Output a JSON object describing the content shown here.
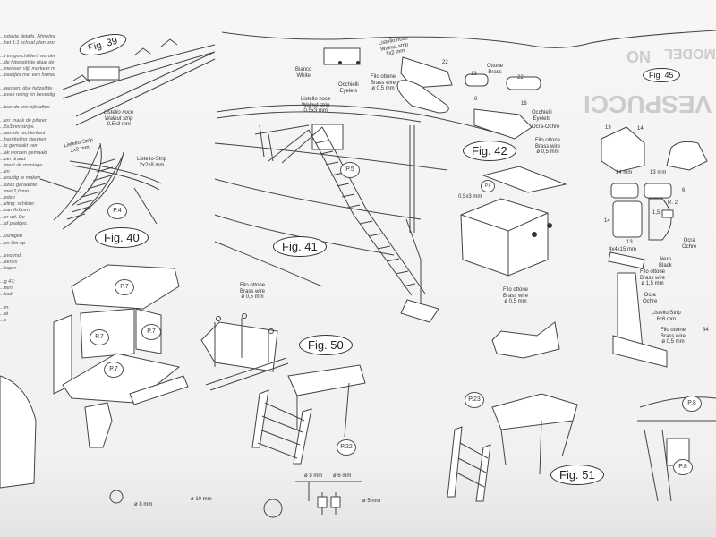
{
  "left_text": [
    "...ndakte details. Afmetingen",
    "...het 1:1 schaal plan worden",
    "",
    "...t en geschilderd worden",
    "...de fotogeëtste plaat de",
    "...met een vijl, markeer met",
    "...paaltjes met een hamer",
    "",
    "...werken: doe hetzelfde",
    "...even reling en bevestig",
    "",
    "...teer de vier zijkraften",
    "",
    "...en: maak de pilaren",
    "...5x3mm strips.",
    "...aan de rechterkant",
    "...handreling steunen",
    "...is gemaakt van",
    "...ak worden gemaakt",
    "...per draad.",
    "...ment de montage",
    "...en",
    "...eoudig te maken",
    "...azen geraamte",
    "...met 2,6mm",
    "...eden",
    "...eling: schilder",
    "...van 6x6mm",
    "...er wit. De",
    "...af paaltjes.",
    "",
    "...uizingen",
    "...en lijm op",
    "",
    "...evormd",
    "...een is",
    "...koper",
    "",
    "...g 47;",
    "...ften",
    "...kad",
    "",
    "...m:",
    "...at",
    "...s"
  ],
  "figures": {
    "fig39": "Fig. 39",
    "fig40": "Fig. 40",
    "fig41": "Fig. 41",
    "fig42": "Fig. 42",
    "fig45": "Fig. 45",
    "fig50": "Fig. 50",
    "fig51": "Fig. 51"
  },
  "parts": {
    "p4": "P.4",
    "p5": "P.5",
    "p6": "P.6",
    "p7a": "P.7",
    "p7b": "P.7",
    "p7c": "P.7",
    "p7d": "P.7",
    "p8a": "P.8",
    "p8b": "P.8",
    "p22": "P.22",
    "p23": "P.23"
  },
  "labels": {
    "walnut_strip_39": "Listello noce\nWalnut strip\n0,5x3 mm",
    "strip_40a": "Listello-Strip\n2x2 mm",
    "strip_40b": "Listello-Strip\n2x2x8 mm",
    "bianco": "Bianco\nWhite",
    "eyelets_a": "Occhielli\nEyelets",
    "walnut_strip_42": "Listello noce\nWalnut strip\n0,5x3 mm",
    "brass_wire_42a": "Filo ottone\nBrass wire\nø 0,5 mm",
    "strip_top": "Listello noce\nWalnut strip\n1x2 mm",
    "dim_22a": "22",
    "dim_13": "13",
    "dim_22b": "22",
    "dim_8": "8",
    "dim_16": "16",
    "brass": "Ottone\nBrass",
    "eyelets_b": "Occhielli\nEyelets",
    "ocra_ochre_42": "Ocra-Ochre",
    "brass_wire_42b": "Filo ottone\nBrass wire\nø 0,5 mm",
    "strip_0_5x3": "0,5x3 mm",
    "brass_wire_50": "Filo ottone\nBrass wire\nø 0,5 mm",
    "brass_wire_51": "Filo ottone\nBrass wire\nø 0,5 mm",
    "dia_8": "ø 8 mm",
    "dia_6": "ø 6 mm",
    "dia_5": "ø 5 mm",
    "dia_10": "ø 10 mm",
    "dia_8b": "ø 8 mm",
    "dim_13_45": "13",
    "dim_14_45": "14",
    "dim_14mm": "14 mm",
    "dim_13mm": "13 mm",
    "dim_6": "6",
    "dim_14v": "14",
    "dim_13h": "13",
    "r2": "R. 2",
    "dim_15": "1,5",
    "ocra_ochre_a": "Ocra\nOchre",
    "block": "4x4x15 mm",
    "nero": "Nero\nBlack",
    "brass_wire_15": "Filo ottone\nBrass wire\nø 1,5 mm",
    "ocra_ochre_b": "Ocra\nOchre",
    "strip_6x6": "Listello/Strip\n6x6 mm",
    "brass_wire_45": "Filo ottone\nBrass wire\nø 0,5 mm",
    "dim_34": "34"
  },
  "background_print": {
    "model": "MODEL",
    "vespucci": "VESPUCCI",
    "no": "NO"
  }
}
